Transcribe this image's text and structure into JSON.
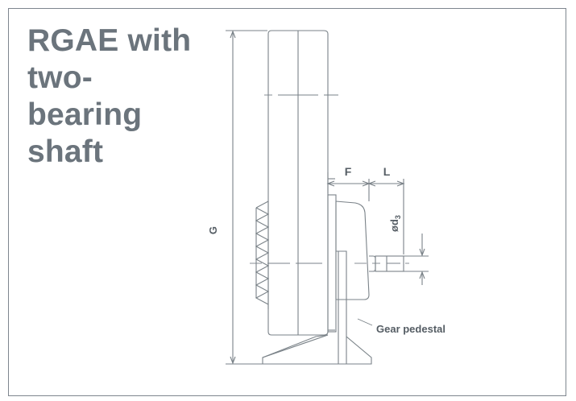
{
  "title": {
    "lines": [
      "RGAE with",
      "two-",
      "bearing",
      "shaft"
    ]
  },
  "labels": {
    "g": "G",
    "f": "F",
    "l": "L",
    "d3_prefix": "ød",
    "d3_sub": "3",
    "gear_pedestal": "Gear pedestal"
  },
  "colors": {
    "title": "#6b747c",
    "line": "#7a8288",
    "frame": "#7e868e"
  }
}
